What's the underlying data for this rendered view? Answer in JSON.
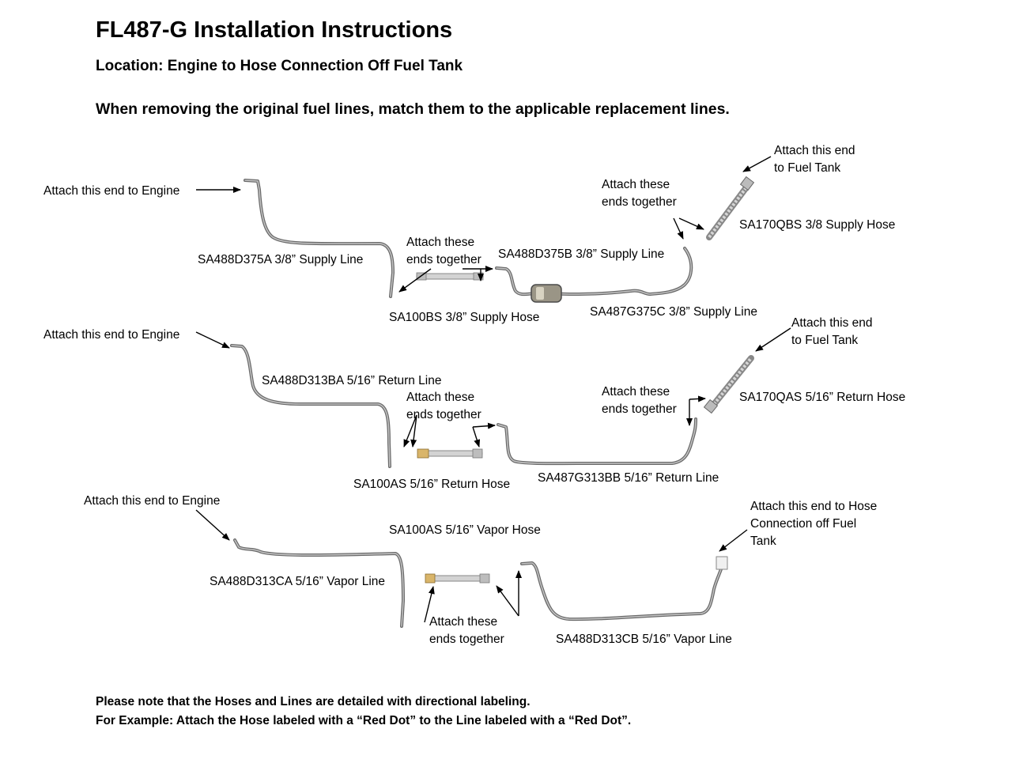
{
  "header": {
    "title": "FL487-G Installation Instructions",
    "location": "Location: Engine to Hose Connection Off Fuel Tank",
    "instruction": "When removing the original fuel lines, match them to the applicable replacement lines."
  },
  "supply": {
    "engine_label": "Attach this end to Engine",
    "line_a": "SA488D375A 3/8” Supply Line",
    "together_1": "Attach these\nends together",
    "line_b": "SA488D375B 3/8” Supply Line",
    "hose": "SA100BS 3/8” Supply Hose",
    "line_c": "SA487G375C 3/8” Supply Line",
    "together_2": "Attach these\nends together",
    "tank_label": "Attach this end\nto Fuel Tank",
    "tank_hose": "SA170QBS 3/8 Supply Hose"
  },
  "return": {
    "engine_label": "Attach this end to Engine",
    "line_a": "SA488D313BA 5/16” Return Line",
    "together_1": "Attach these\nends together",
    "hose": "SA100AS 5/16” Return Hose",
    "line_b": "SA487G313BB 5/16” Return Line",
    "together_2": "Attach these\nends together",
    "tank_label": "Attach this end\nto Fuel Tank",
    "tank_hose": "SA170QAS 5/16” Return Hose"
  },
  "vapor": {
    "engine_label": "Attach this end to Engine",
    "hose": "SA100AS 5/16” Vapor Hose",
    "line_a": "SA488D313CA 5/16” Vapor Line",
    "together": "Attach these\nends together",
    "line_b": "SA488D313CB 5/16” Vapor Line",
    "tank_label": "Attach this end to Hose\nConnection off Fuel\nTank"
  },
  "footer": {
    "note_1": "Please note that the Hoses and Lines are detailed with directional labeling.",
    "note_2": "For Example: Attach the Hose labeled with a “Red Dot” to the Line labeled with a “Red Dot”."
  },
  "colors": {
    "tube": "#8c8c8c",
    "tube_dark": "#5a5a5a",
    "hose_braid": "#b9b9b9",
    "fitting_brass": "#d9b56a",
    "arrow": "#000000"
  }
}
